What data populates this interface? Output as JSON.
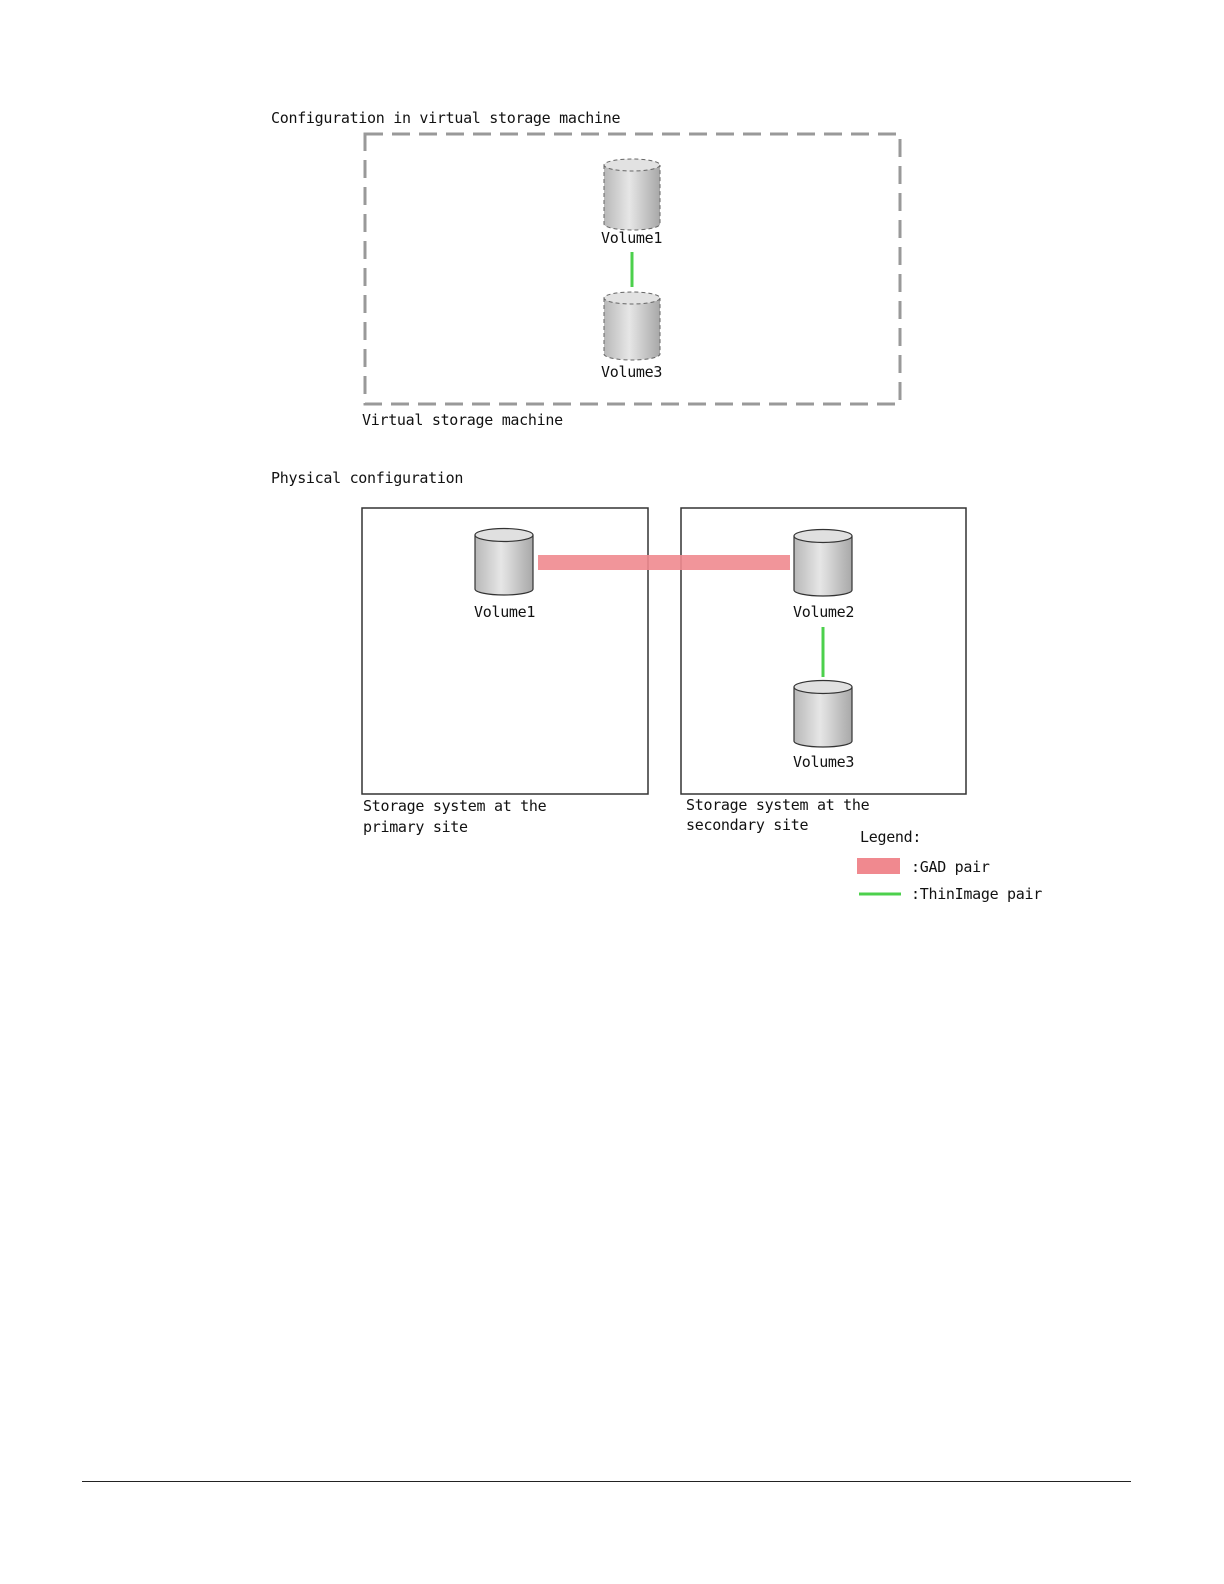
{
  "virtual_section": {
    "heading": "Configuration in virtual storage machine",
    "box_label": "Virtual storage machine",
    "volume_top": "Volume1",
    "volume_bottom": "Volume3"
  },
  "physical_section": {
    "heading": "Physical configuration",
    "primary": {
      "label_line1": "Storage system at the",
      "label_line2": "primary site",
      "volume": "Volume1"
    },
    "secondary": {
      "label_line1": "Storage system at the",
      "label_line2": "secondary site",
      "volume_top": "Volume2",
      "volume_bottom": "Volume3"
    }
  },
  "legend": {
    "title": "Legend:",
    "items": [
      {
        "label": ":GAD pair",
        "color": "#f0898f"
      },
      {
        "label": ":ThinImage pair",
        "color": "#4cd04c"
      }
    ]
  },
  "colors": {
    "dashed_border": "#999999",
    "cylinder_fill": "#d4d4d4",
    "box_border": "#333333"
  }
}
